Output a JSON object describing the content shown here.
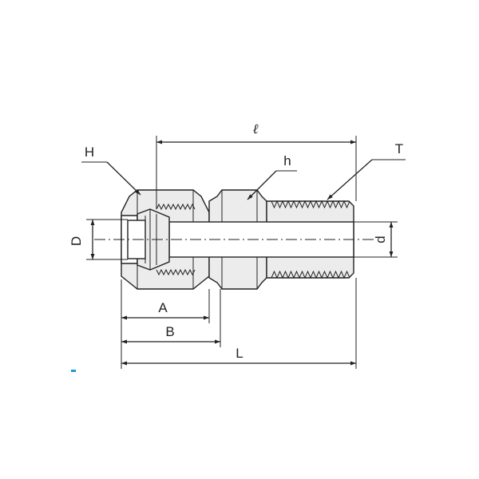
{
  "labels": {
    "hex_nut": "H",
    "hex_body": "h",
    "thread": "T",
    "tube_od": "D",
    "bore": "d",
    "dim_a": "A",
    "dim_b": "B",
    "overall_length": "L",
    "body_length": "ℓ"
  },
  "colors": {
    "line": "#222222",
    "fill": "#ececec",
    "marker": "#1e9bd7"
  }
}
